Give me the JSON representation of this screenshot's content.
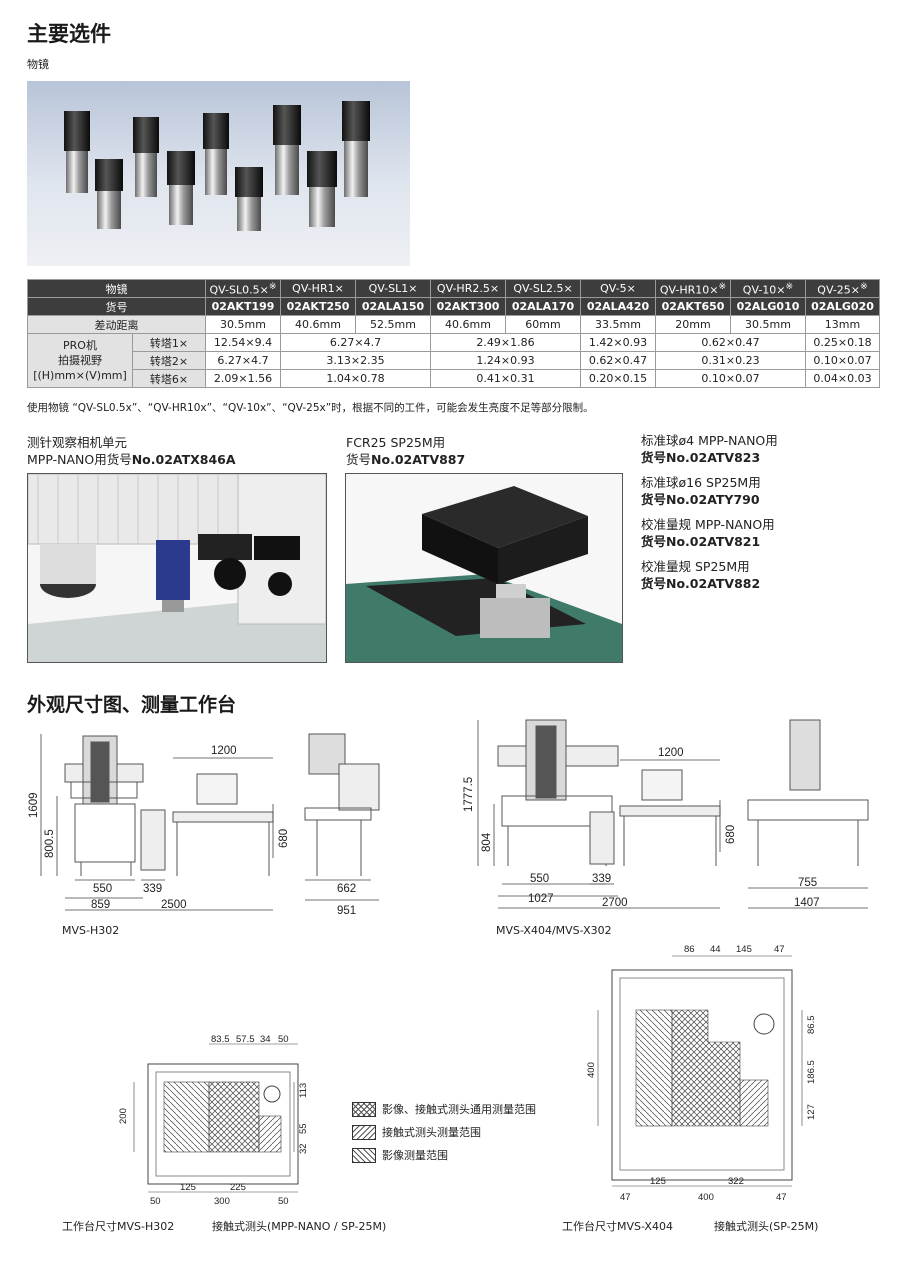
{
  "title": "主要选件",
  "objectives_label": "物镜",
  "table": {
    "header_label": "物镜",
    "code_label": "货号",
    "models": [
      "QV-SL0.5×",
      "QV-HR1×",
      "QV-SL1×",
      "QV-HR2.5×",
      "QV-SL2.5×",
      "QV-5×",
      "QV-HR10×",
      "QV-10×",
      "QV-25×"
    ],
    "model_marks": [
      "※",
      "",
      "",
      "",
      "",
      "",
      "※",
      "※",
      "※"
    ],
    "codes": [
      "02AKT199",
      "02AKT250",
      "02ALA150",
      "02AKT300",
      "02ALA170",
      "02ALA420",
      "02AKT650",
      "02ALG010",
      "02ALG020"
    ],
    "wd_label": "差动距离",
    "wd": [
      "30.5mm",
      "40.6mm",
      "52.5mm",
      "40.6mm",
      "60mm",
      "33.5mm",
      "20mm",
      "30.5mm",
      "13mm"
    ],
    "fov_label_1": "PRO机",
    "fov_label_2": "拍摄视野",
    "fov_label_3": "[(H)mm×(V)mm]",
    "turrets": [
      {
        "label": "转塔1×",
        "cells": [
          "12.54×9.4",
          "6.27×4.7",
          "2.49×1.86",
          "1.42×0.93",
          "0.62×0.47",
          "0.25×0.18"
        ]
      },
      {
        "label": "转塔2×",
        "cells": [
          "6.27×4.7",
          "3.13×2.35",
          "1.24×0.93",
          "0.62×0.47",
          "0.31×0.23",
          "0.10×0.07"
        ]
      },
      {
        "label": "转塔6×",
        "cells": [
          "2.09×1.56",
          "1.04×0.78",
          "0.41×0.31",
          "0.20×0.15",
          "0.10×0.07",
          "0.04×0.03"
        ]
      }
    ],
    "note": "使用物镜 “QV-SL0.5x”、“QV-HR10x”、“QV-10x”、“QV-25x”时，根据不同的工件，可能会发生亮度不足等部分限制。"
  },
  "accessories": {
    "camera_line1": "测针观察相机单元",
    "camera_line2_prefix": "MPP-NANO用货号",
    "camera_line2_code": "No.02ATX846A",
    "fcr_line1": "FCR25 SP25M用",
    "fcr_line2_prefix": "货号",
    "fcr_line2_code": "No.02ATV887",
    "list": [
      {
        "name": "标准球ø4 MPP-NANO用",
        "code": "货号No.02ATV823"
      },
      {
        "name": "标准球ø16 SP25M用",
        "code": "货号No.02ATY790"
      },
      {
        "name": "校准量规 MPP-NANO用",
        "code": "货号No.02ATV821"
      },
      {
        "name": "校准量规 SP25M用",
        "code": "货号No.02ATV882"
      }
    ]
  },
  "section2_title": "外观尺寸图、测量工作台",
  "drawings": {
    "h302": {
      "label": "MVS-H302",
      "h_total": "1609",
      "h_table": "800.5",
      "w_desk": "1200",
      "h_desk": "680",
      "w550": "550",
      "w339": "339",
      "w859": "859",
      "w2500": "2500",
      "w662": "662",
      "w951": "951"
    },
    "x404": {
      "label": "MVS-X404/MVS-X302",
      "h_total": "1777.5",
      "h_table": "804",
      "w_desk": "1200",
      "h_desk": "680",
      "w550": "550",
      "w339": "339",
      "w1027": "1027",
      "w2700": "2700",
      "w755": "755",
      "w1407": "1407"
    },
    "stage_h302": {
      "caption": "工作台尺寸MVS-H302",
      "probe": "接触式测头(MPP-NANO / SP-25M)",
      "top": [
        "83.5",
        "57.5",
        "34",
        "50"
      ],
      "left": "200",
      "right": [
        "113",
        "55",
        "32"
      ],
      "bottom1": [
        "125",
        "225"
      ],
      "bottom2": [
        "50",
        "300",
        "50"
      ]
    },
    "stage_x404": {
      "caption": "工作台尺寸MVS-X404",
      "probe": "接触式测头(SP-25M)",
      "top": [
        "86",
        "44",
        "145",
        "47"
      ],
      "left": "400",
      "right": [
        "86.5",
        "186.5",
        "127"
      ],
      "bottom1": [
        "125",
        "322"
      ],
      "bottom2": [
        "47",
        "400",
        "47"
      ]
    }
  },
  "legend": [
    "影像、接触式测头通用测量范围",
    "接触式测头测量范围",
    "影像测量范围"
  ]
}
